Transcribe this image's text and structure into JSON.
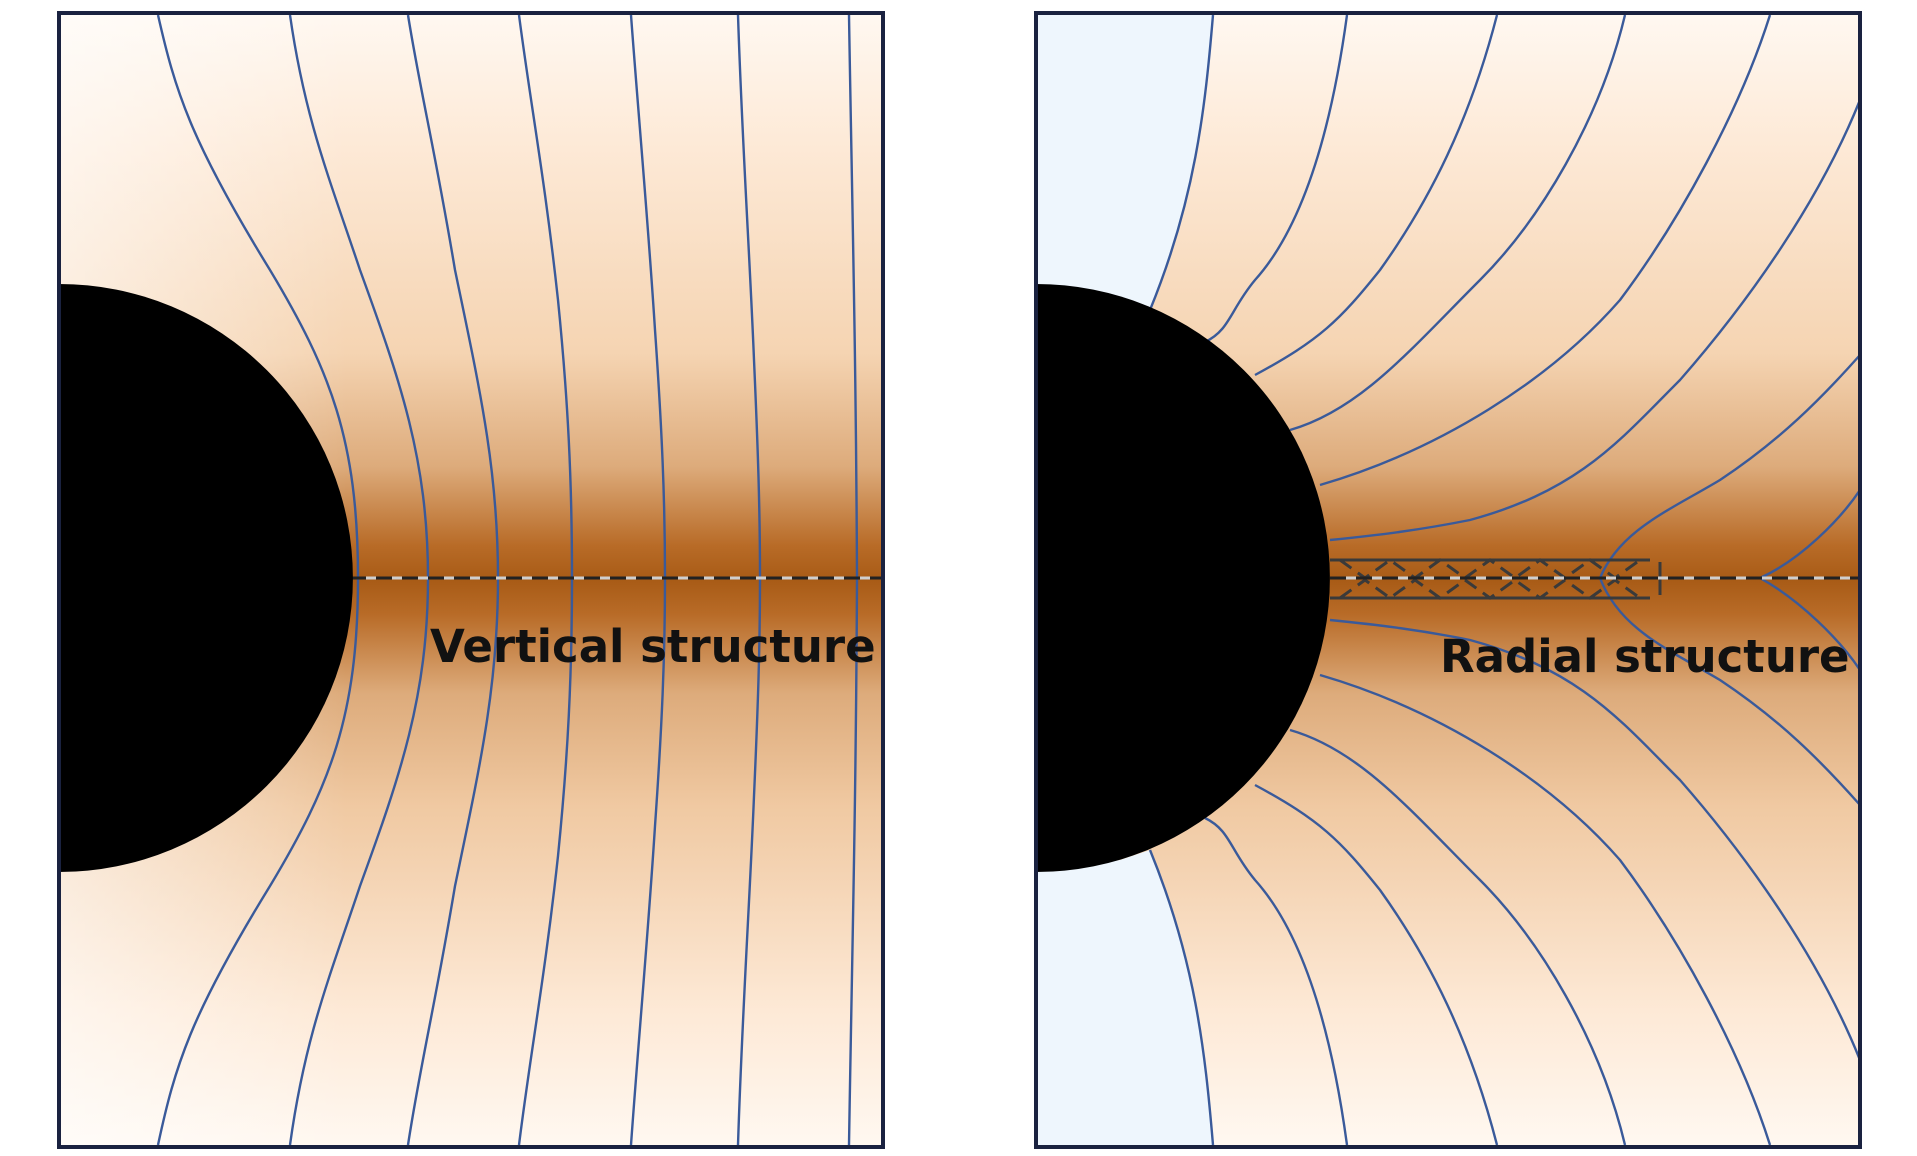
{
  "panels": [
    {
      "id": "left",
      "label": "Vertical structure",
      "structure": "vertical"
    },
    {
      "id": "right",
      "label": "Radial structure",
      "structure": "radial"
    }
  ],
  "colors": {
    "disk_dark": "#a85b16",
    "disk_light": "#fdebd8",
    "background_light": "#fff8f2",
    "outer_region": "#eef6fd",
    "field_line": "#3a5a9a",
    "frame": "#1a2240",
    "black_hole": "#000000",
    "midplane_dash": "#222222",
    "midplane_light": "#c8c8c8"
  }
}
